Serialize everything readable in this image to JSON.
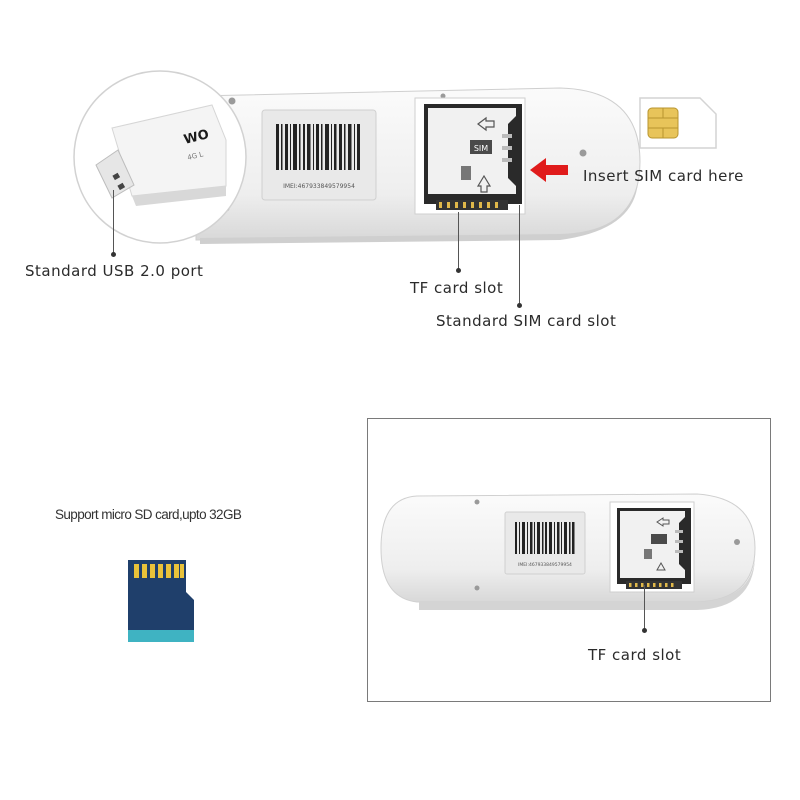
{
  "labels": {
    "usb_port": "Standard USB 2.0 port",
    "tf_slot_top": "TF card slot",
    "sim_slot": "Standard SIM card slot",
    "insert_sim": "Insert SIM card here",
    "tf_slot_bottom": "TF card slot"
  },
  "sd_caption": "Support micro SD card,upto 32GB",
  "imei_text": "IMEI:467933849579954",
  "slot_sim_mark": "SIM",
  "brand_mark": "WO",
  "brand_sub": "4G L",
  "colors": {
    "device_body": "#f4f4f4",
    "arrow": "#e01b1b",
    "sim_chip": "#e8c45a",
    "sd_card": "#1f3f6b",
    "sd_stripe": "#3fb3c2",
    "sd_contacts": "#e9c23a"
  }
}
